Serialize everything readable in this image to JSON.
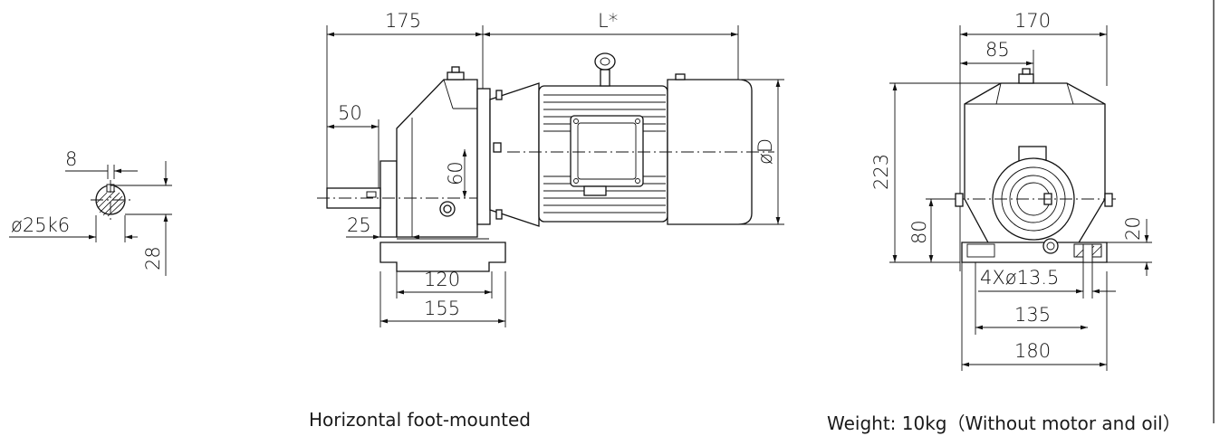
{
  "colors": {
    "line": "#111111",
    "background": "#ffffff"
  },
  "shaft_section": {
    "key_width": "8",
    "diameter": "ø25k6",
    "key_height": "28"
  },
  "side_view": {
    "gear_length": "175",
    "motor_length": "L*",
    "shaft_length": "50",
    "shaft_center_height": "60",
    "shaft_offset": "25",
    "motor_diameter": "øD",
    "foot_hole_spacing": "120",
    "foot_length": "155"
  },
  "end_view": {
    "total_width": "170",
    "half_width": "85",
    "total_height": "223",
    "shaft_height": "80",
    "base_thickness": "20",
    "mounting_holes": "4Xø13.5",
    "hole_spacing": "135",
    "base_width": "180"
  },
  "captions": {
    "mounting": "Horizontal foot-mounted",
    "weight": "Weight: 10kg（Without motor and oil）"
  }
}
